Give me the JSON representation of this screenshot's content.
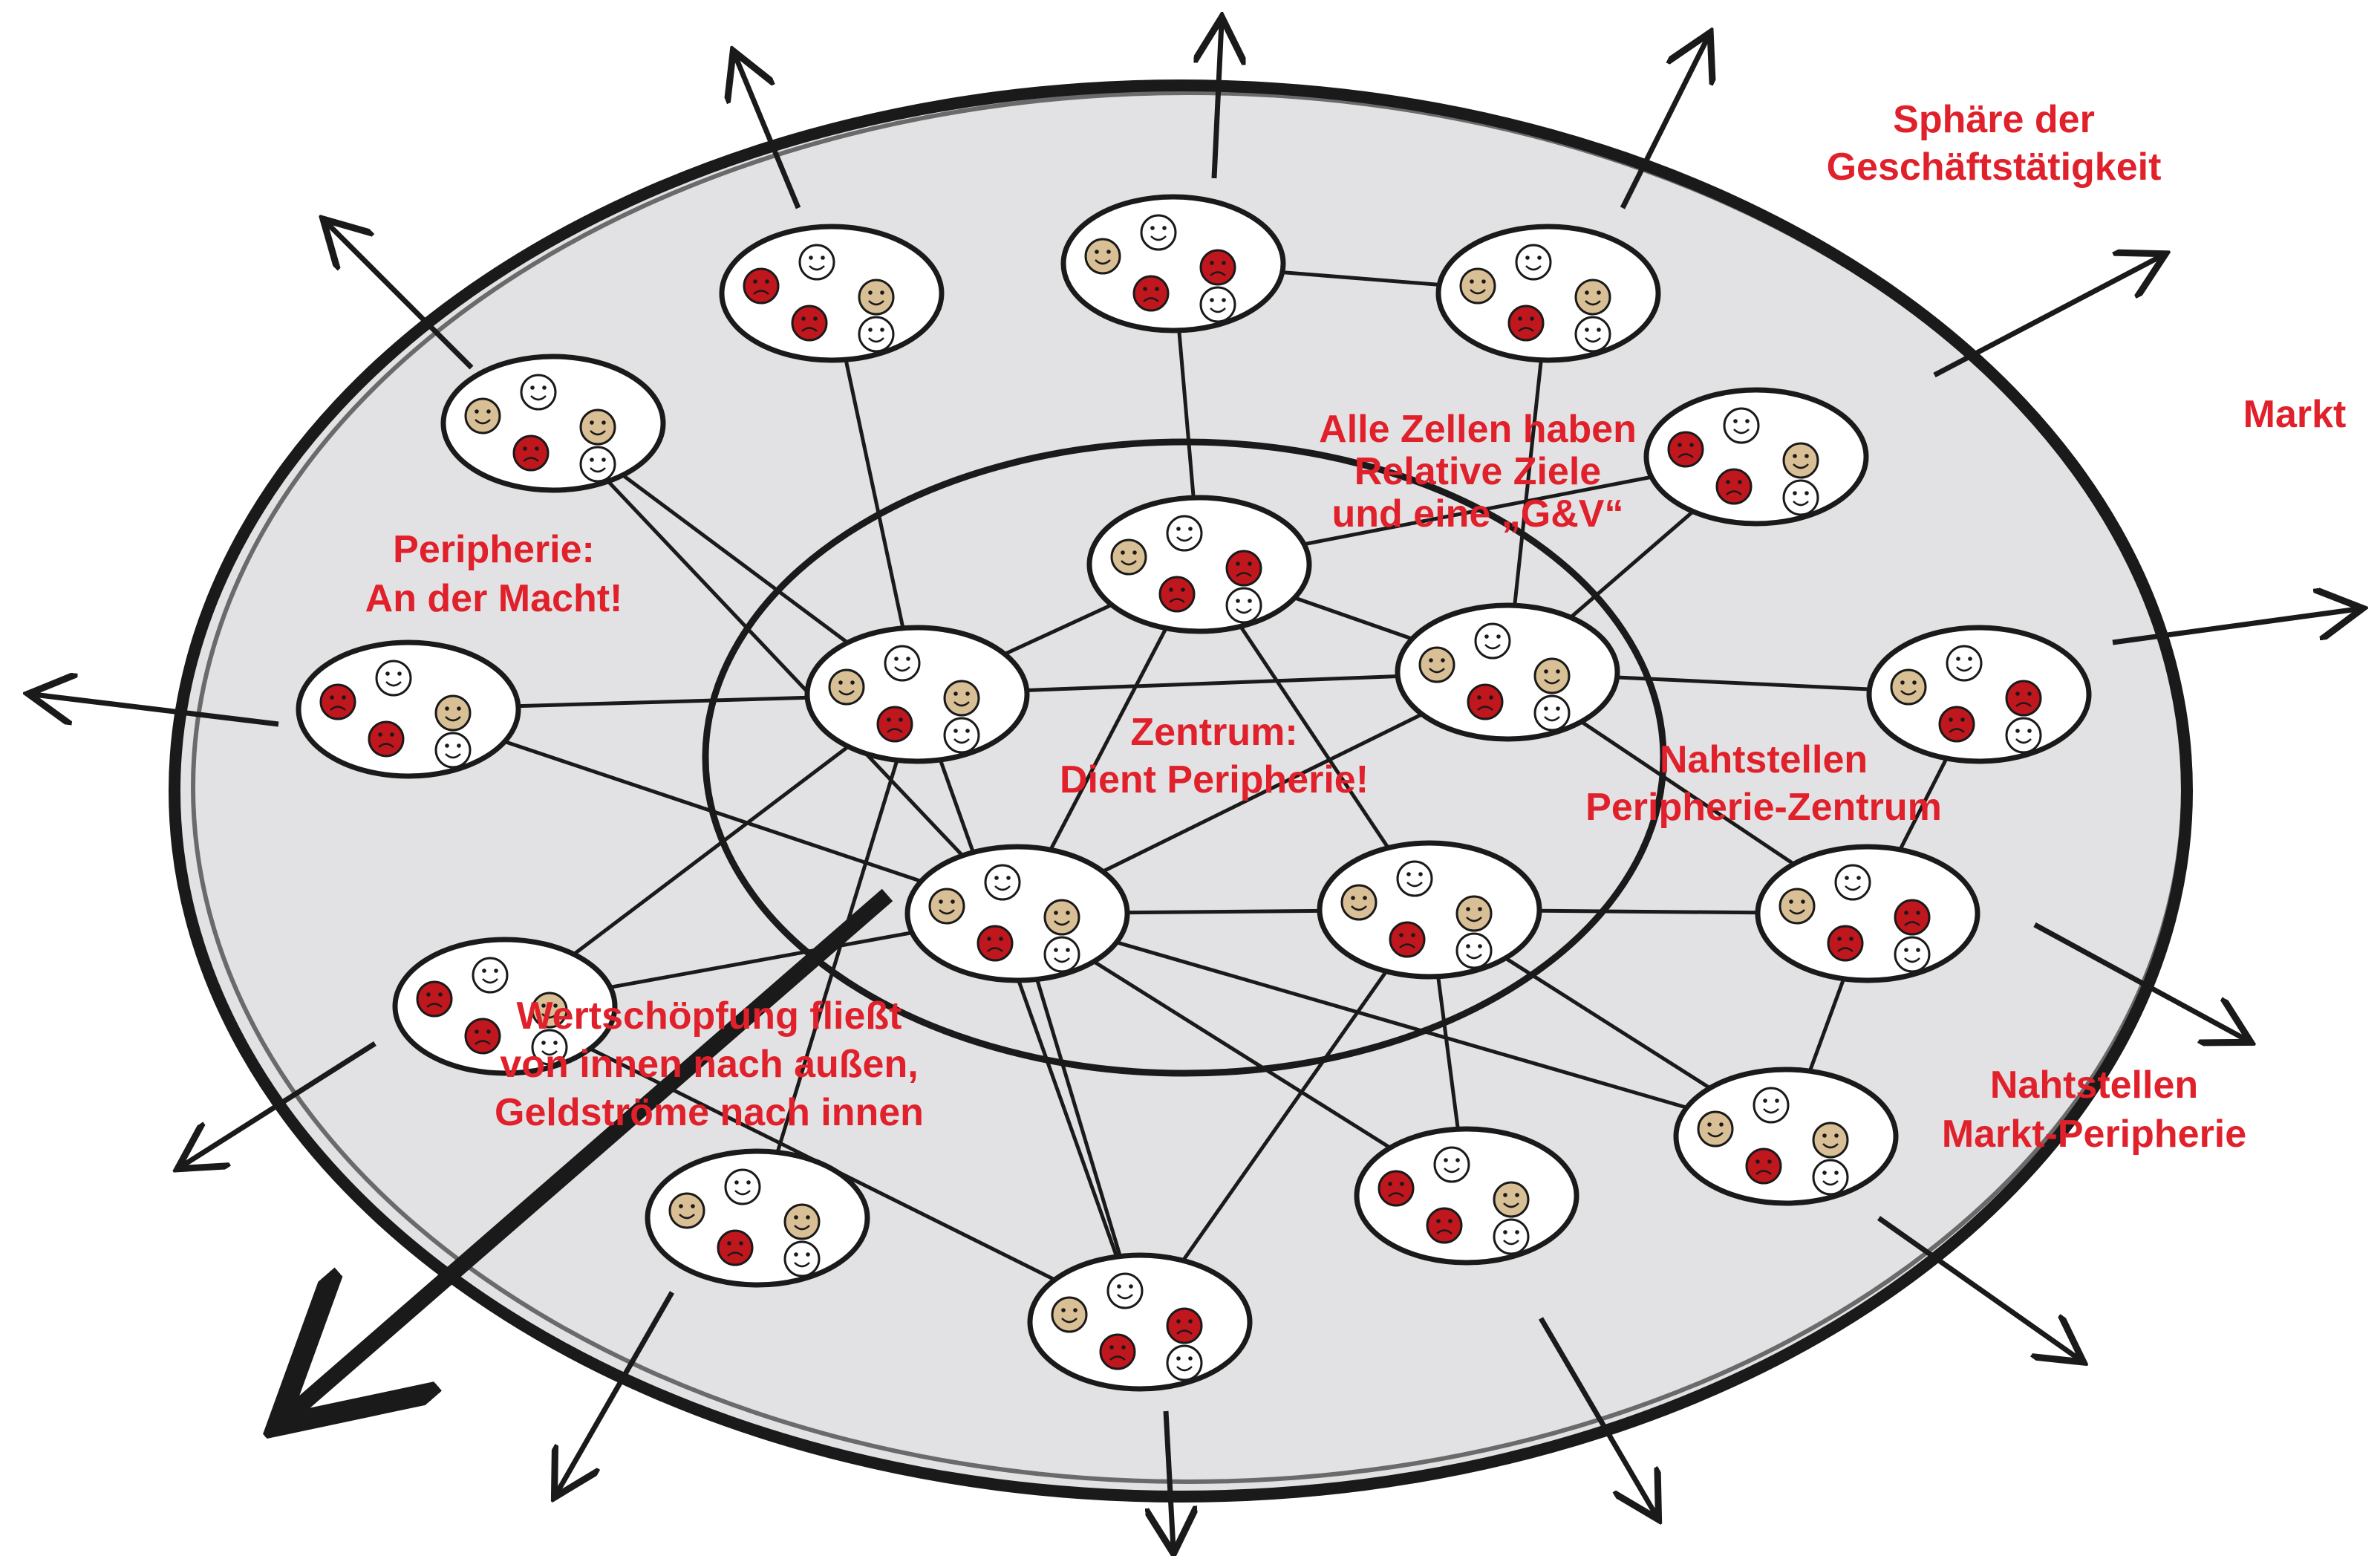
{
  "colors": {
    "background": "#ffffff",
    "sphere_fill": "#e2e2e4",
    "outline": "#1a1a1a",
    "cell_fill": "#ffffff",
    "label_red": "#e0202a",
    "face_tan": "#d9bf95",
    "face_red": "#c0161e",
    "face_white": "#ffffff"
  },
  "labels": {
    "sphere_line1": "Sphäre der",
    "sphere_line2": "Geschäftstätigkeit",
    "markt": "Markt",
    "cells_line1": "Alle Zellen haben",
    "cells_line2": "Relative Ziele",
    "cells_line3": "und eine „G&V“",
    "periphery_line1": "Peripherie:",
    "periphery_line2": "An der Macht!",
    "center_line1": "Zentrum:",
    "center_line2": "Dient Peripherie!",
    "seam_center_line1": "Nahtstellen",
    "seam_center_line2": "Peripherie-Zentrum",
    "seam_market_line1": "Nahtstellen",
    "seam_market_line2": "Markt-Peripherie",
    "value_line1": "Wertschöpfung fließt",
    "value_line2": "von innen nach außen,",
    "value_line3": "Geldströme nach innen"
  },
  "icons": {
    "cell": "team-cell-icon",
    "face": "smiley-face-icon",
    "outward_arrow": "arrow-icon"
  }
}
